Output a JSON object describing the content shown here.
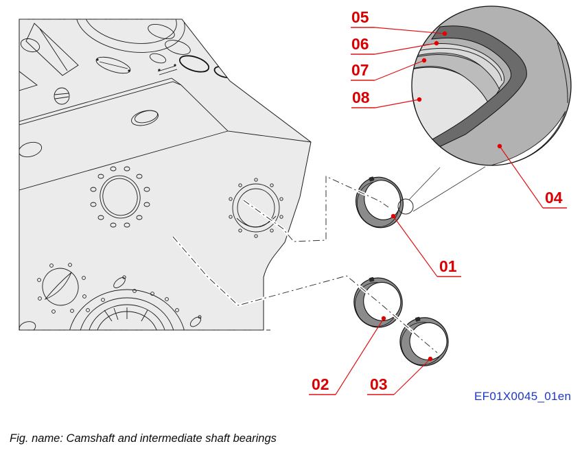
{
  "figure": {
    "caption": "Fig. name: Camshaft and intermediate shaft bearings",
    "drawing_code": "EF01X0045_01en"
  },
  "callouts": [
    {
      "label": "01"
    },
    {
      "label": "02"
    },
    {
      "label": "03"
    },
    {
      "label": "04"
    },
    {
      "label": "05"
    },
    {
      "label": "06"
    },
    {
      "label": "07"
    },
    {
      "label": "08"
    }
  ],
  "colors": {
    "callout_red": "#d80000",
    "leader_red": "#e01010",
    "code_blue": "#1b36cc",
    "block_fill": "#ebebeb",
    "bearing_gray": "#8b8b8b",
    "detail_body_gray": "#b2b2b2",
    "detail_dark_layer": "#6b6b6b",
    "detail_light_strip": "#d9d9d9",
    "detail_mid_layer": "#bcbcbc",
    "detail_bore_layer": "#e4e4e4"
  }
}
